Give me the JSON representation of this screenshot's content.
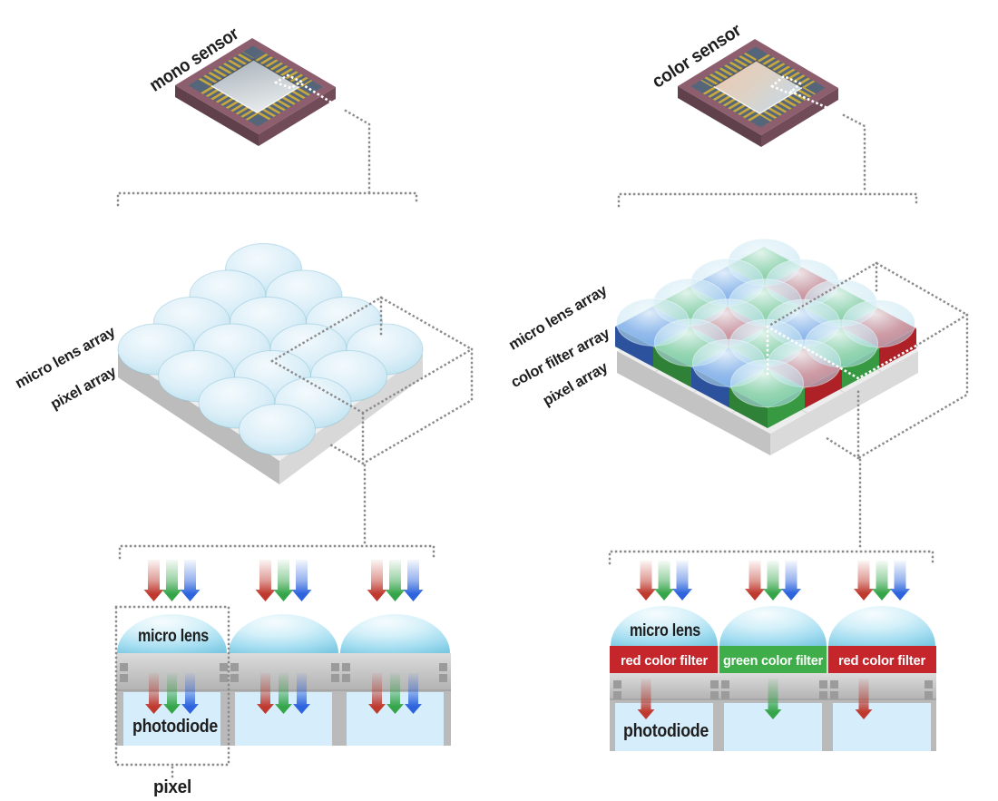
{
  "left_panel": {
    "chip_label": "mono sensor",
    "layer_labels": [
      "micro lens array",
      "pixel array"
    ],
    "cross_section": {
      "lens_label": "micro lens",
      "photodiode_label": "photodiode",
      "pixel_label": "pixel",
      "incoming_light": [
        "red",
        "green",
        "blue"
      ],
      "transmitted_per_pixel": [
        [
          "red",
          "green",
          "blue"
        ],
        [
          "red",
          "green",
          "blue"
        ],
        [
          "red",
          "green",
          "blue"
        ]
      ]
    }
  },
  "right_panel": {
    "chip_label": "color sensor",
    "layer_labels": [
      "micro lens array",
      "color filter array",
      "pixel array"
    ],
    "bayer_rows": [
      [
        "G",
        "B",
        "G",
        "B"
      ],
      [
        "R",
        "G",
        "R",
        "G"
      ],
      [
        "G",
        "B",
        "G",
        "B"
      ],
      [
        "R",
        "G",
        "R",
        "G"
      ]
    ],
    "cross_section": {
      "lens_label": "micro lens",
      "photodiode_label": "photodiode",
      "filters": [
        {
          "label": "red color filter",
          "color": "red",
          "transmitted": "red"
        },
        {
          "label": "green color filter",
          "color": "green",
          "transmitted": "green"
        },
        {
          "label": "red color filter",
          "color": "red",
          "transmitted": "red"
        }
      ],
      "incoming_light": [
        "red",
        "green",
        "blue"
      ]
    }
  },
  "colors": {
    "filter_red": "#c5262c",
    "filter_green": "#3fae4a",
    "filter_blue": "#3b6fd4",
    "arrow_red": "#bf392e",
    "arrow_green": "#36a54a",
    "arrow_blue": "#2d64dd",
    "lens_blue": "#bfe4f2",
    "photodiode_blue": "#d6edfb",
    "substrate_gray": "#c6c6c6",
    "chip_package": "#8d5e6d",
    "chip_cavity": "#55657a",
    "chip_pins_gold": "#c9a83e",
    "die_mono_dark": "#a7b0b8",
    "die_mono_light": "#e4e8ea",
    "die_color_warm": "#ecc9b2",
    "die_color_cool": "#c4d9ea",
    "dotted_line": "#8a8a8a"
  }
}
